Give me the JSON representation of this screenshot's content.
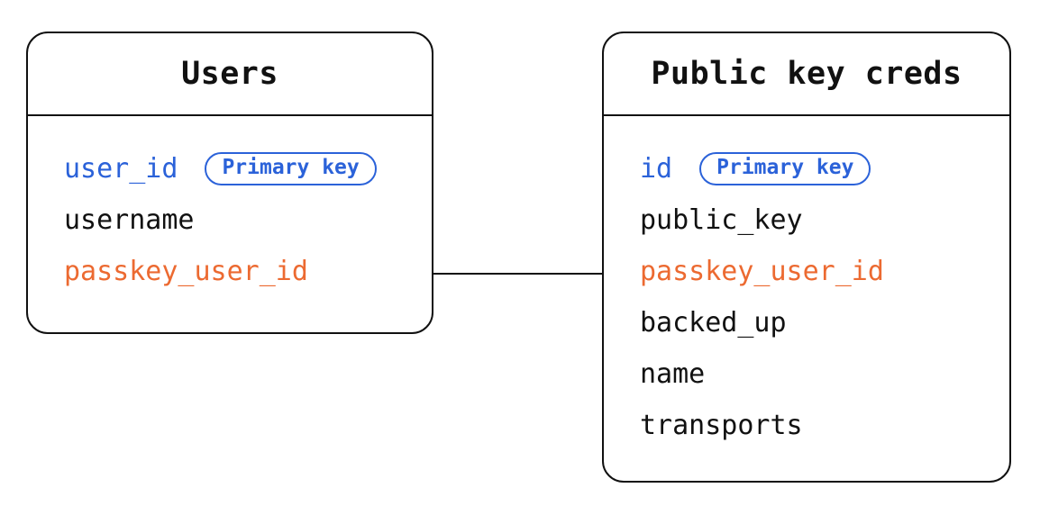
{
  "colors": {
    "blue": "#2b62d9",
    "orange": "#ec6a31",
    "ink": "#111111",
    "bg": "#ffffff"
  },
  "tables": [
    {
      "title": "Users",
      "fields": [
        {
          "name": "user_id",
          "color": "blue",
          "badge": "Primary key"
        },
        {
          "name": "username",
          "color": "black"
        },
        {
          "name": "passkey_user_id",
          "color": "orange"
        }
      ]
    },
    {
      "title": "Public key creds",
      "fields": [
        {
          "name": "id",
          "color": "blue",
          "badge": "Primary key"
        },
        {
          "name": "public_key",
          "color": "black"
        },
        {
          "name": "passkey_user_id",
          "color": "orange"
        },
        {
          "name": "backed_up",
          "color": "black"
        },
        {
          "name": "name",
          "color": "black"
        },
        {
          "name": "transports",
          "color": "black"
        }
      ]
    }
  ],
  "connector": {
    "from_table": "Users",
    "from_field": "passkey_user_id",
    "to_table": "Public key creds",
    "to_field": "passkey_user_id"
  }
}
